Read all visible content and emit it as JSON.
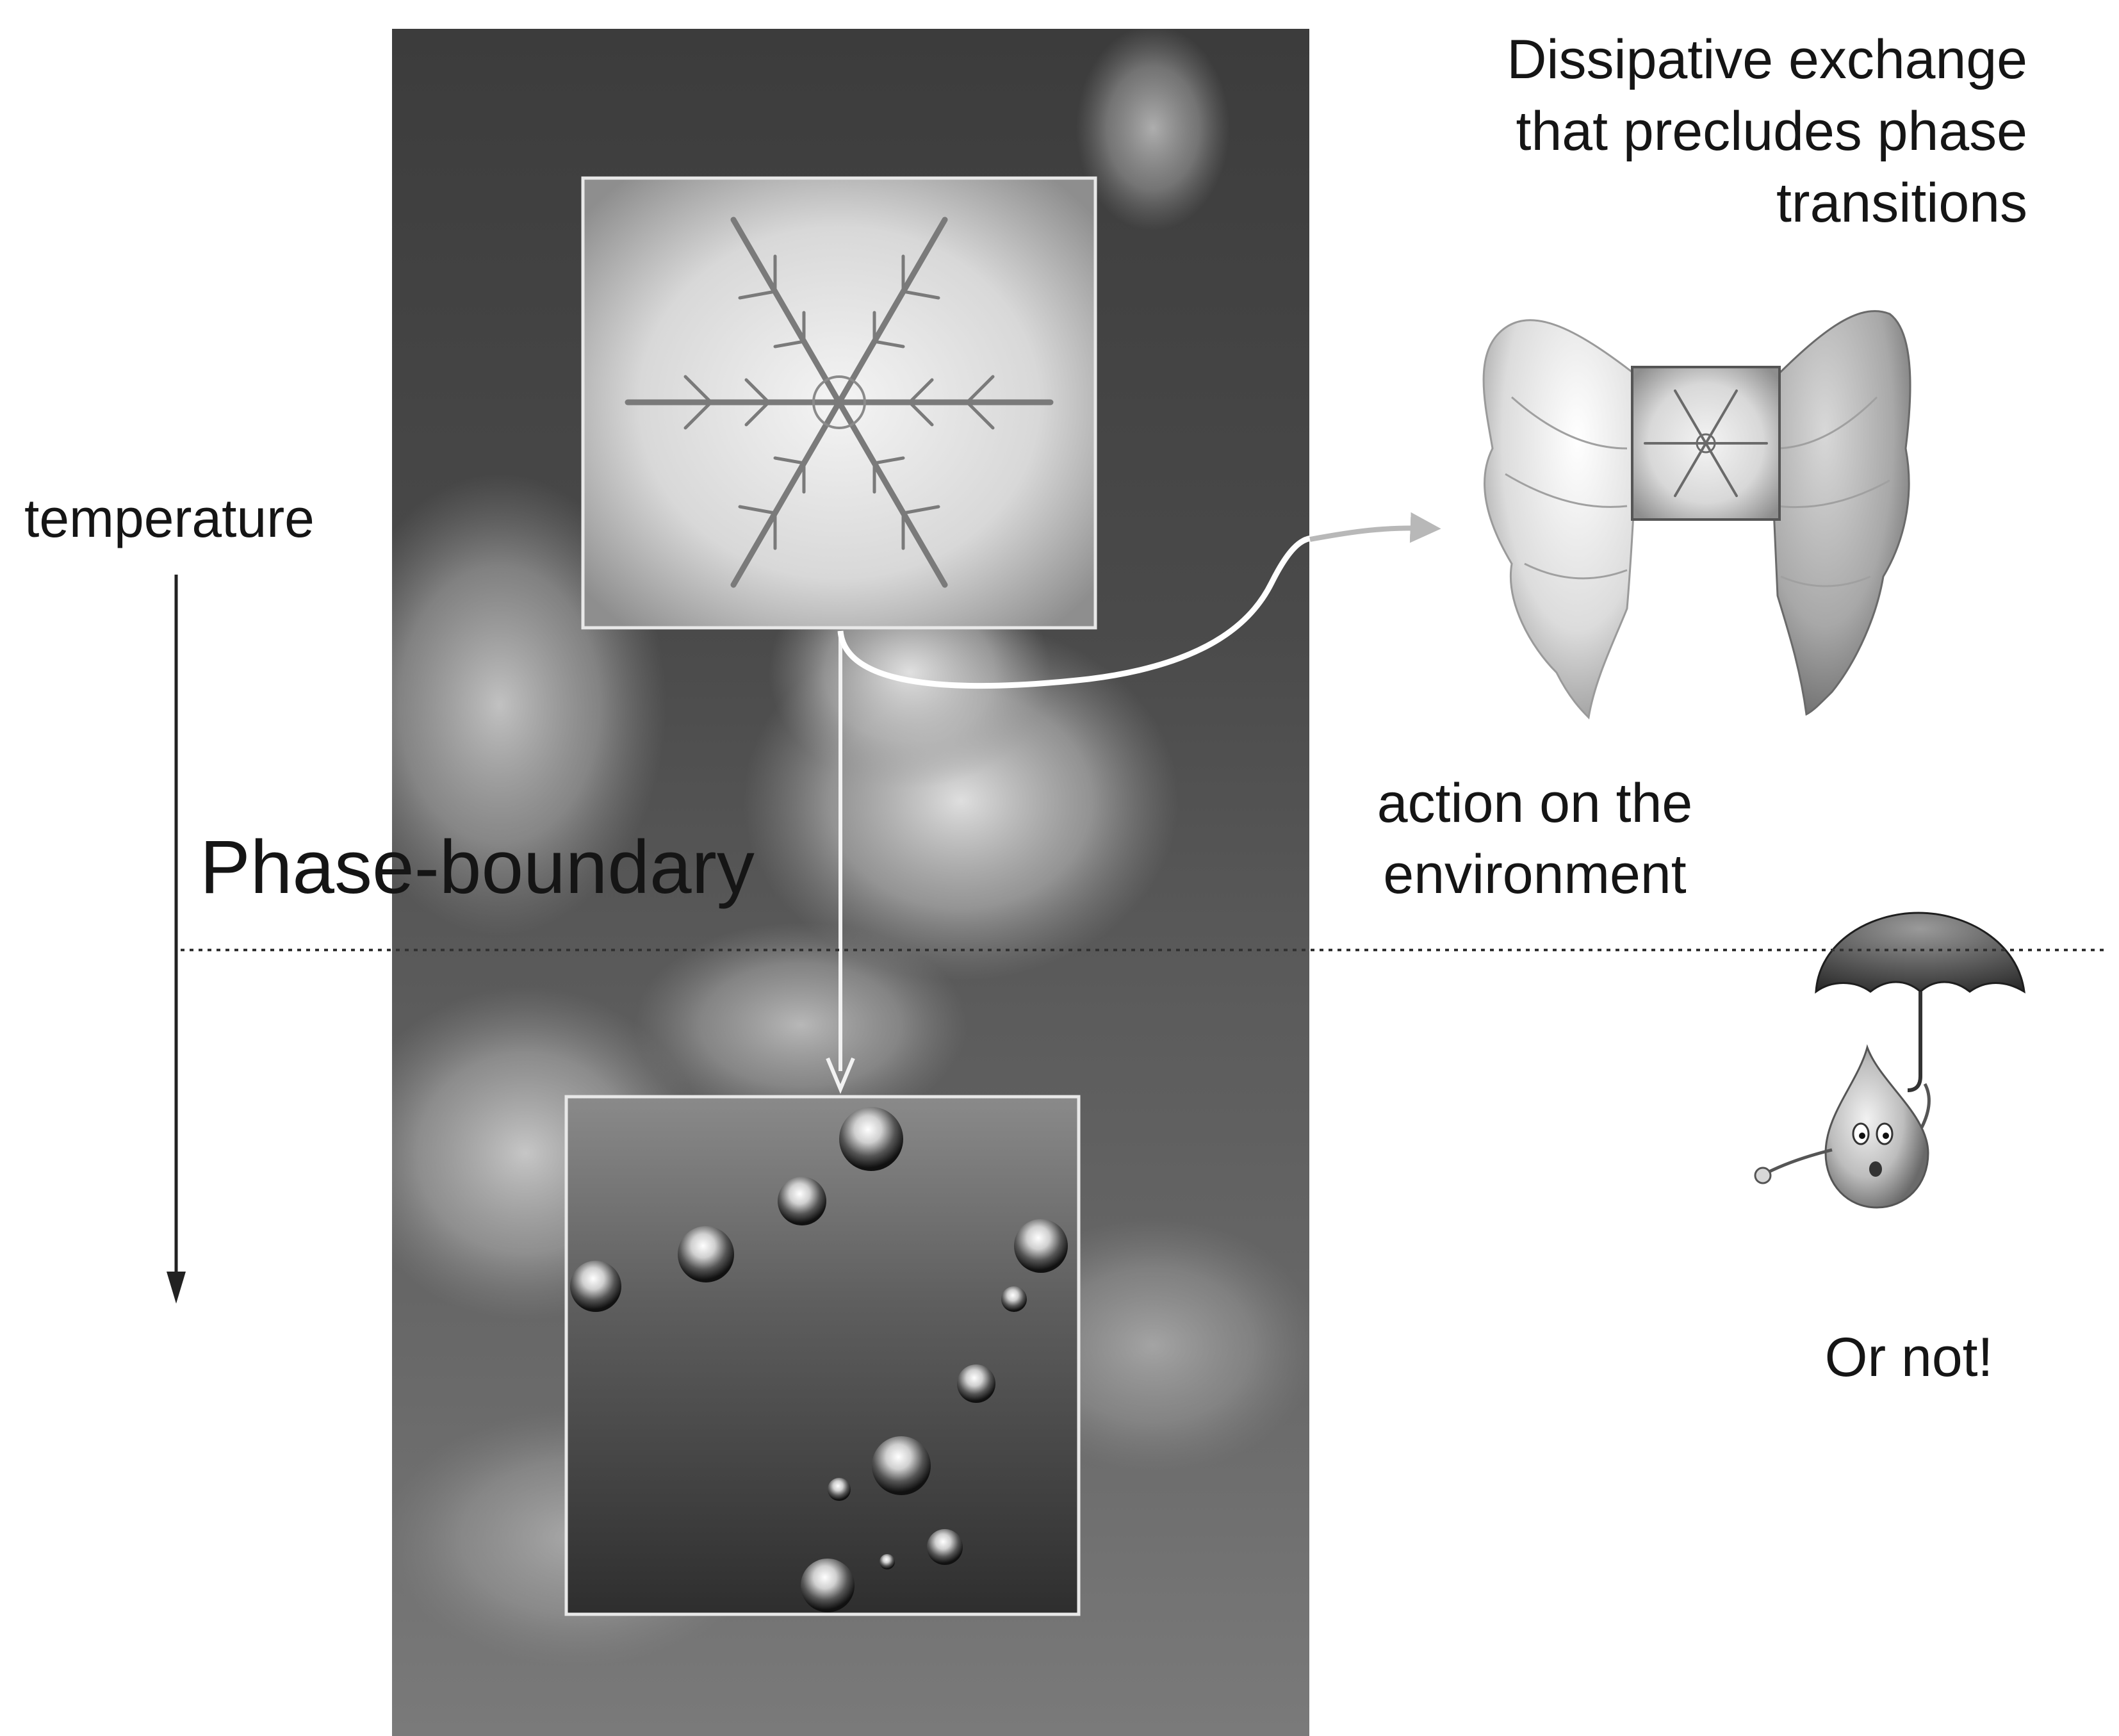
{
  "labels": {
    "temperature": "temperature",
    "phase_boundary": "Phase-boundary",
    "dissipative_1": "Dissipative exchange",
    "dissipative_2": "that precludes phase",
    "dissipative_3": "transitions",
    "action_1": "action on the",
    "action_2": "environment",
    "or_not": "Or not!"
  }
}
